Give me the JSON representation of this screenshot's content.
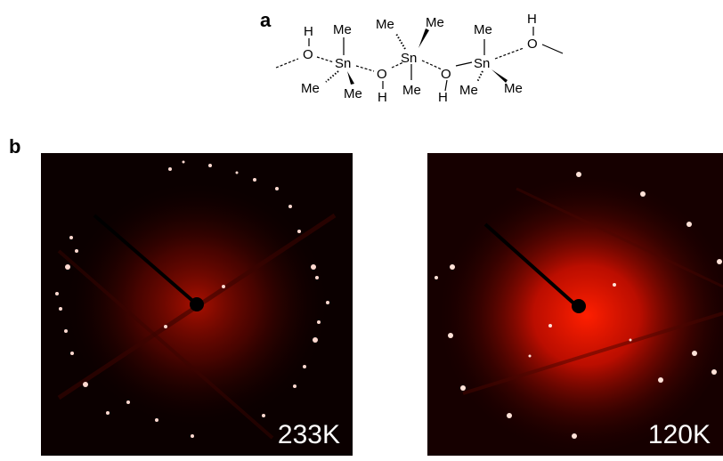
{
  "figure": {
    "panel_a_label": "a",
    "panel_b_label": "b",
    "structure": {
      "atoms": {
        "o_left": "O",
        "h_left": "H",
        "sn_left": "Sn",
        "me_sn_left_top": "Me",
        "me_sn_left_bl": "Me",
        "me_sn_left_br": "Me",
        "o_mid_left": "O",
        "h_mid_left": "H",
        "sn_mid": "Sn",
        "me_sn_mid_tl": "Me",
        "me_sn_mid_tr": "Me",
        "me_sn_mid_bottom": "Me",
        "o_mid_right": "O",
        "h_mid_right": "H",
        "sn_right": "Sn",
        "me_sn_right_top": "Me",
        "me_sn_right_bl": "Me",
        "me_sn_right_br": "Me",
        "o_right": "O",
        "h_right": "H"
      }
    },
    "diffraction_panels": [
      {
        "temperature": "233K",
        "halo_color": "#ff1a00"
      },
      {
        "temperature": "120K",
        "halo_color": "#ff2200"
      }
    ]
  }
}
